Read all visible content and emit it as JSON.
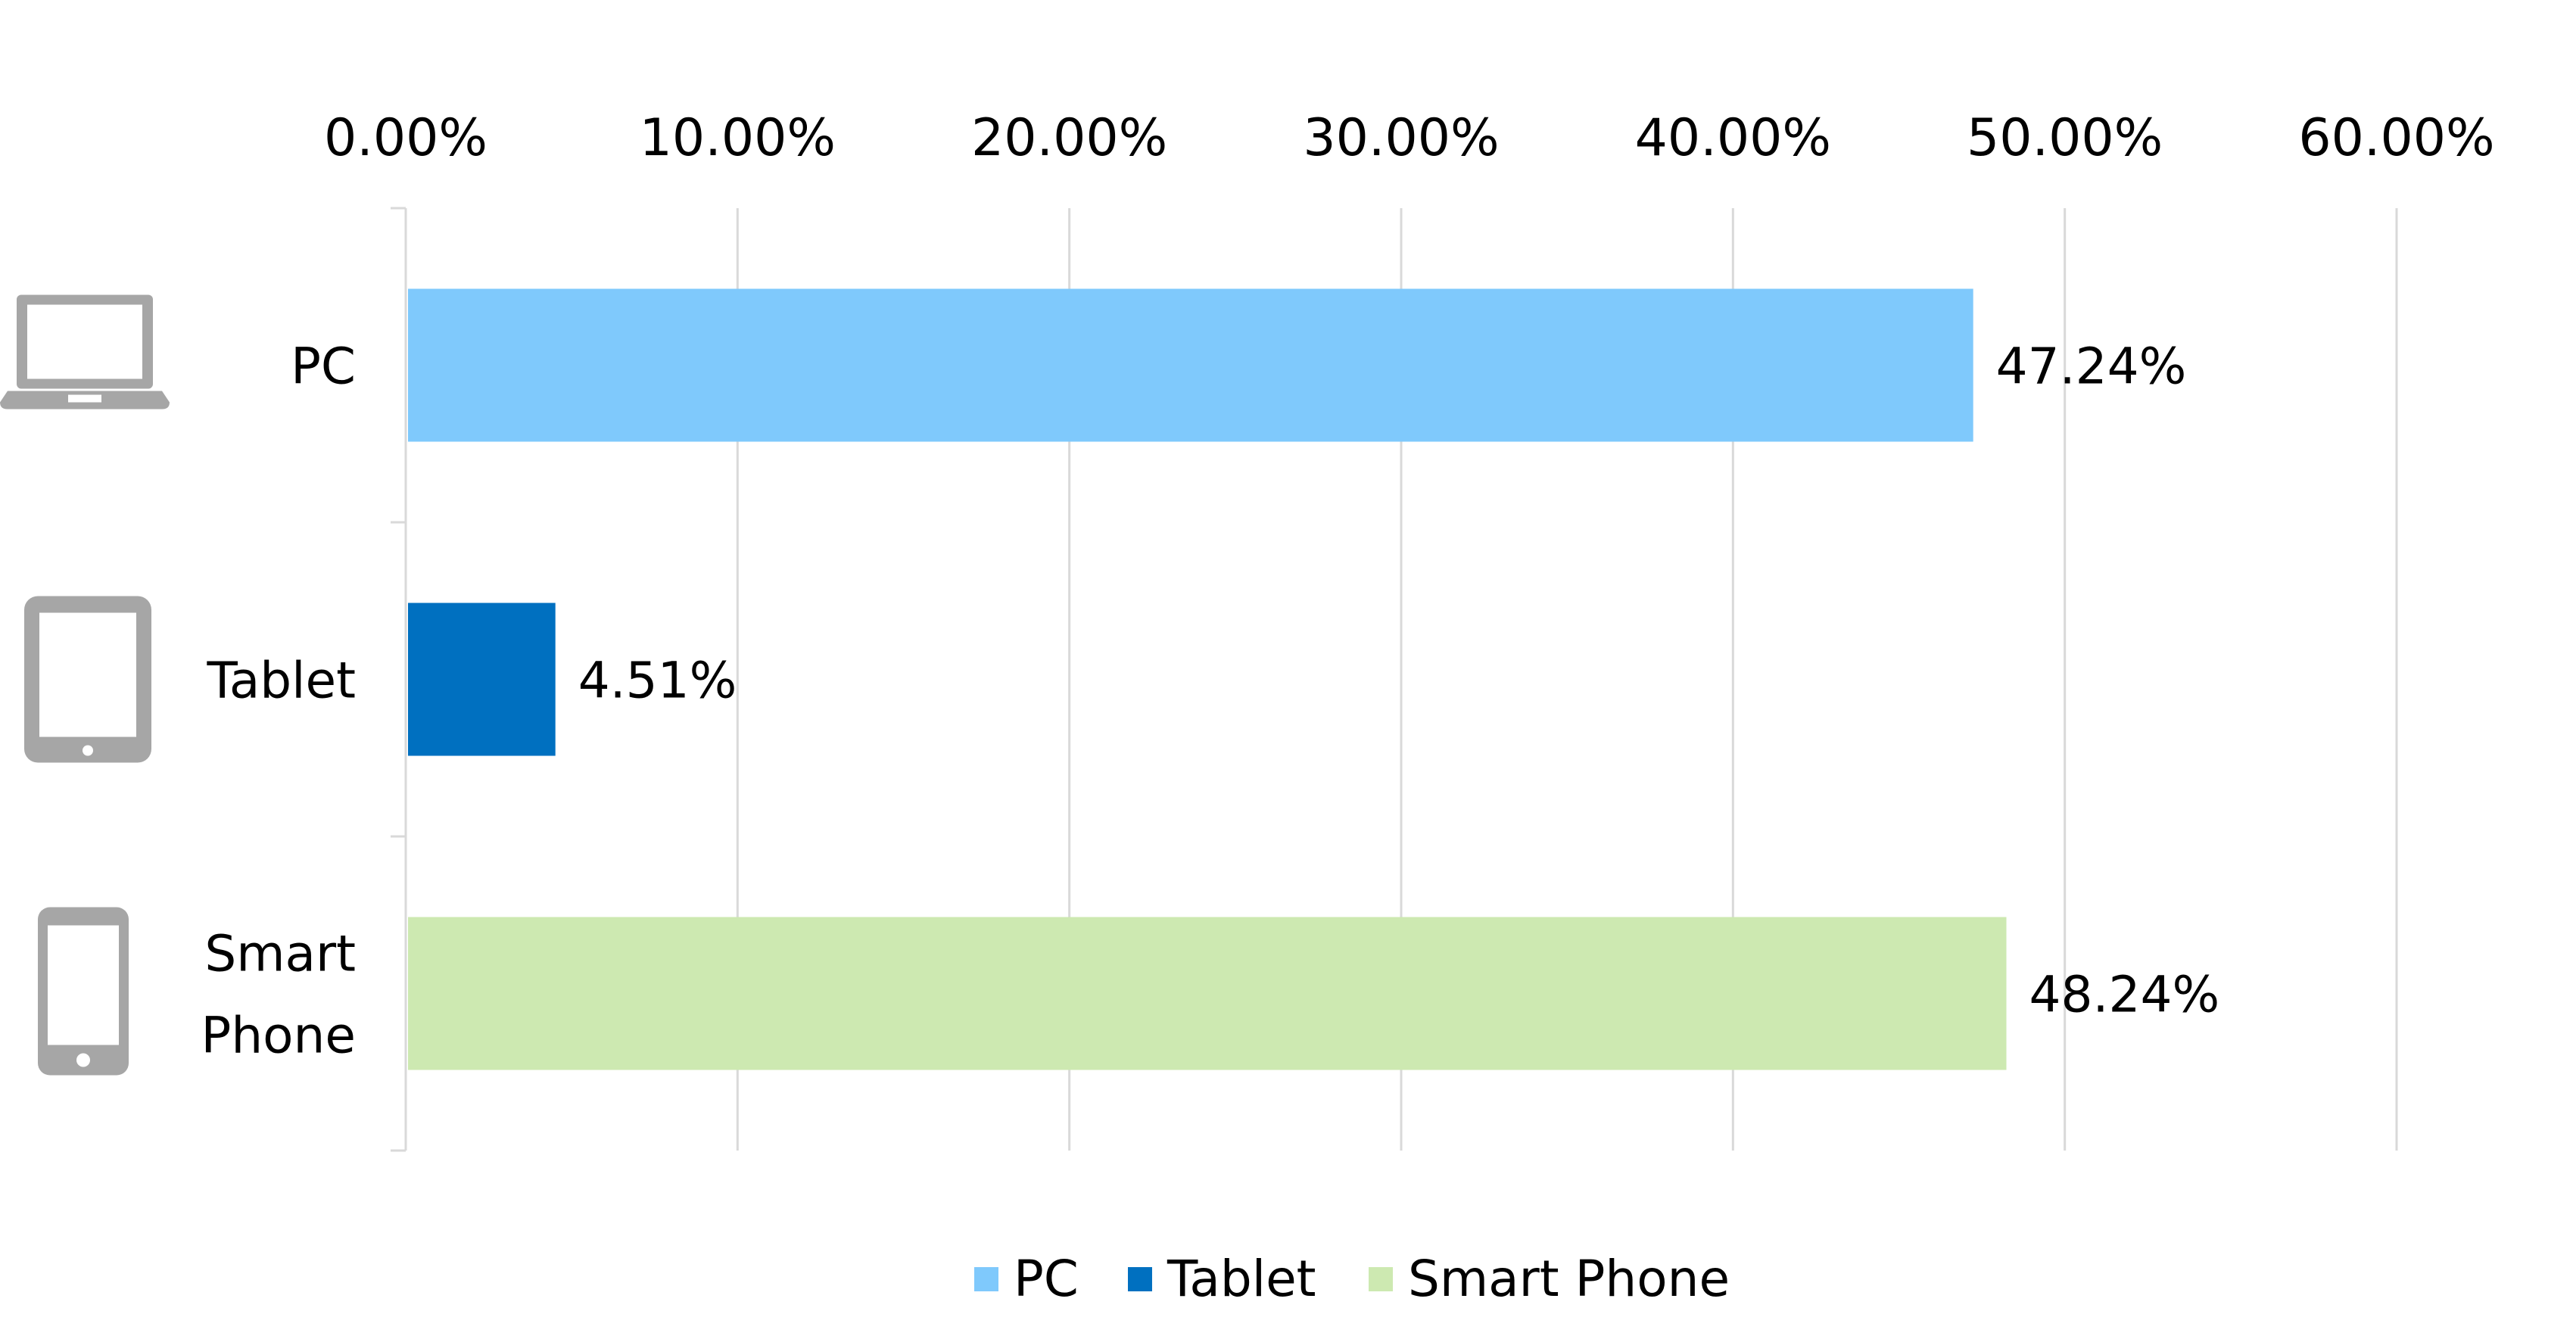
{
  "chart_data": {
    "type": "bar",
    "orientation": "horizontal",
    "categories": [
      "PC",
      "Tablet",
      "Smart Phone"
    ],
    "category_label_lines": [
      [
        "PC"
      ],
      [
        "Tablet"
      ],
      [
        "Smart",
        "Phone"
      ]
    ],
    "values": [
      47.24,
      4.51,
      48.24
    ],
    "data_labels": [
      "47.24%",
      "4.51%",
      "48.24%"
    ],
    "colors": [
      "#7FC9FC",
      "#0070C0",
      "#CDE9B1"
    ],
    "category_icons": [
      "laptop-icon",
      "tablet-icon",
      "smartphone-icon"
    ],
    "icon_color": "#A6A6A6",
    "xlim": [
      0,
      60
    ],
    "x_ticks": [
      0,
      10,
      20,
      30,
      40,
      50,
      60
    ],
    "x_tick_labels": [
      "0.00%",
      "10.00%",
      "20.00%",
      "30.00%",
      "40.00%",
      "50.00%",
      "60.00%"
    ],
    "x_axis_position": "top",
    "grid": true,
    "legend": {
      "position": "bottom",
      "entries": [
        "PC",
        "Tablet",
        "Smart Phone"
      ]
    },
    "title": "",
    "xlabel": "",
    "ylabel": ""
  }
}
